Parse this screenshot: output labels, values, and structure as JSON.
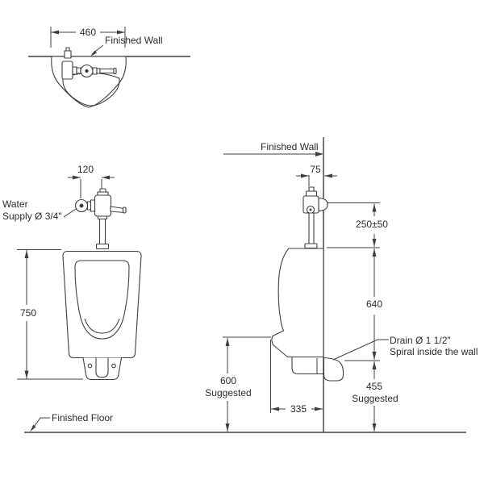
{
  "views": {
    "plan": {
      "wall_label": "Finished Wall",
      "width_dim": "460"
    },
    "front": {
      "valve_offset_dim": "120",
      "height_dim": "750",
      "supply_label_line1": "Water",
      "supply_label_line2": "Supply Ø 3/4\"",
      "floor_label": "Finished Floor"
    },
    "side": {
      "wall_label": "Finished Wall",
      "valve_wall_dim": "75",
      "supply_height_dim": "250±50",
      "rim_to_drain_dim": "640",
      "depth_dim": "335",
      "drain_label_line1": "Drain Ø 1 1/2\"",
      "drain_label_line2": "Spiral inside the wall",
      "rim_height": {
        "value": "600",
        "note": "Suggested"
      },
      "drain_height": {
        "value": "455",
        "note": "Suggested"
      }
    }
  }
}
